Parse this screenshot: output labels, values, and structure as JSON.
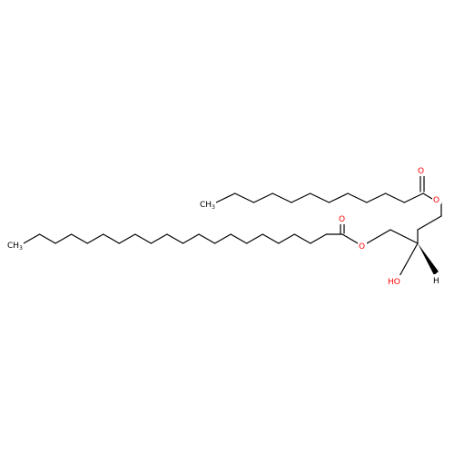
{
  "colors": {
    "carbon": "#000000",
    "oxygen": "#ff0000",
    "background": "#ffffff"
  },
  "labels": {
    "methyl_top_main": "CH",
    "methyl_top_sub": "3",
    "methyl_bottom_main": "CH",
    "methyl_bottom_sub": "3",
    "ester_top_carbonyl_o": "O",
    "ester_top_link_o": "O",
    "ester_bottom_carbonyl_o": "O",
    "ester_bottom_link_o": "O",
    "hydroxyl": "HO",
    "stereo_h": "H"
  }
}
